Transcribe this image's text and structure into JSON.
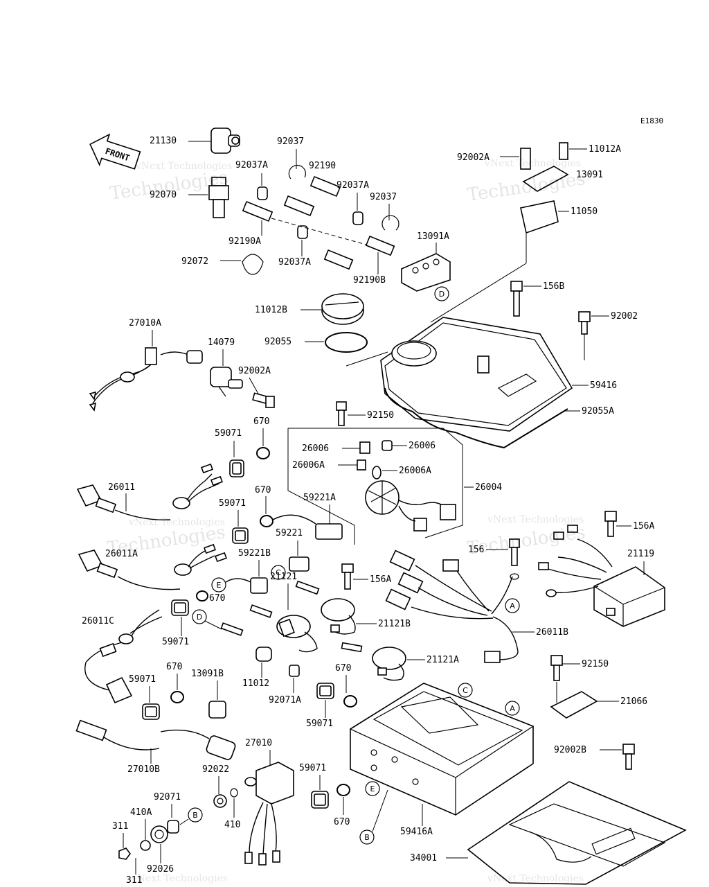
{
  "diagram_code": "E1830",
  "front_label": "FRONT",
  "watermark": {
    "line1": "vNext Technologies",
    "line2": "Technologies"
  },
  "labels": {
    "p21130": "21130",
    "p92037a_top": "92037",
    "p92037a_1": "92037A",
    "p92190": "92190",
    "p92037a_2": "92037A",
    "p92037_2": "92037",
    "p92070": "92070",
    "p92190a": "92190A",
    "p92037a_3": "92037A",
    "p92190b": "92190B",
    "p92072": "92072",
    "p13091a": "13091A",
    "p11012b": "11012B",
    "p92055": "92055",
    "p92002a_top": "92002A",
    "p11012a": "11012A",
    "p13091": "13091",
    "p11050": "11050",
    "p156b": "156B",
    "p92002": "92002",
    "p59416": "59416",
    "p92055a": "92055A",
    "p27010a": "27010A",
    "p14079": "14079",
    "p92002a": "92002A",
    "p92150_top": "92150",
    "p26006_1": "26006",
    "p26006_2": "26006",
    "p26006a_1": "26006A",
    "p26006a_2": "26006A",
    "p26004": "26004",
    "p670_1": "670",
    "p59071_1": "59071",
    "p26011": "26011",
    "p670_2": "670",
    "p59221a": "59221A",
    "p59071_2": "59071",
    "p59221": "59221",
    "p26011a": "26011A",
    "p59221b": "59221B",
    "p156a_top": "156A",
    "p156_mid": "156",
    "p21119": "21119",
    "p156a_mid": "156A",
    "p670_3": "670",
    "p21121": "21121",
    "p21121b": "21121B",
    "p26011c": "26011C",
    "p59071_3": "59071",
    "p26011b": "26011B",
    "p21121a": "21121A",
    "p670_4": "670",
    "p59071_4": "59071",
    "p13091b": "13091B",
    "p11012": "11012",
    "p92071a": "92071A",
    "p670_5": "670",
    "p59071_5": "59071",
    "p92150_right": "92150",
    "p21066": "21066",
    "p27010b": "27010B",
    "p27010": "27010",
    "p92022": "92022",
    "p59071_6": "59071",
    "p92002b": "92002B",
    "p92071": "92071",
    "p410a": "410A",
    "p410": "410",
    "p670_6": "670",
    "p59416a": "59416A",
    "p311": "311",
    "p92026": "92026",
    "p311_b": "311",
    "p34001": "34001"
  },
  "callouts": {
    "a": "A",
    "b": "B",
    "c": "C",
    "d": "D",
    "e": "E"
  }
}
